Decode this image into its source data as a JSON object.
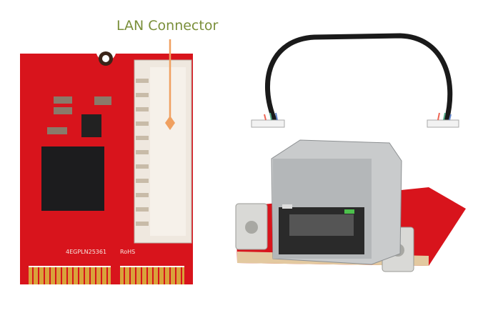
{
  "annotation": {
    "label": "LAN Connector",
    "color": "#7a8f3a",
    "arrow_color": "#f0a060"
  },
  "board": {
    "silkscreen_id": "4EGPLN25361",
    "silkscreen_rohs": "RoHS",
    "color": "#d8141c"
  }
}
